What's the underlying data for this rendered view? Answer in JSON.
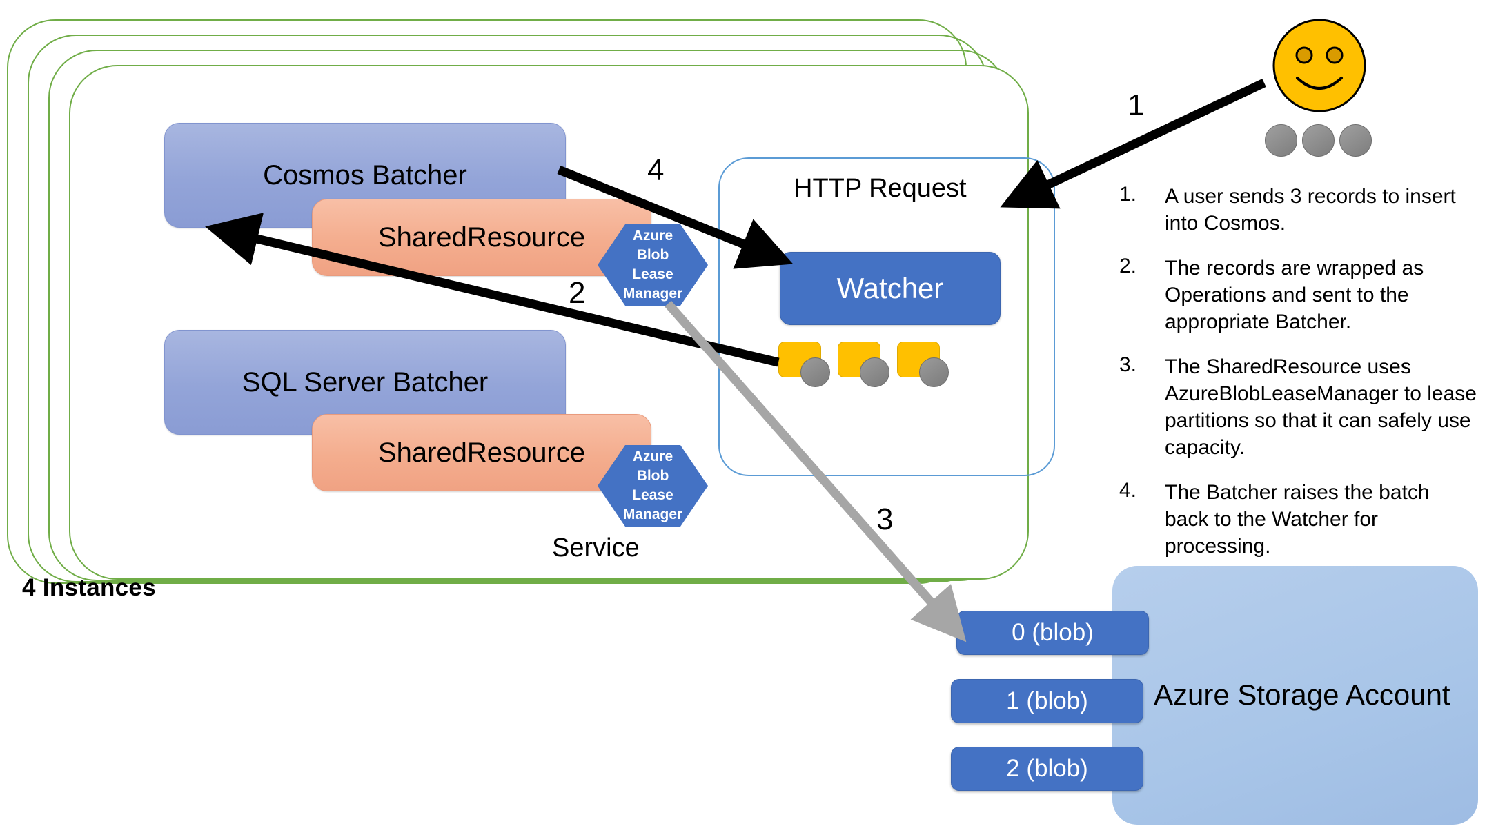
{
  "instances": {
    "label": "4 Instances",
    "count": 4
  },
  "service": {
    "label": "Service"
  },
  "batchers": [
    {
      "name": "Cosmos Batcher",
      "shared_resource": "SharedResource",
      "lease_manager": [
        "Azure",
        "Blob",
        "Lease",
        "Manager"
      ]
    },
    {
      "name": "SQL Server Batcher",
      "shared_resource": "SharedResource",
      "lease_manager": [
        "Azure",
        "Blob",
        "Lease",
        "Manager"
      ]
    }
  ],
  "http_request": {
    "title": "HTTP Request",
    "watcher_label": "Watcher",
    "operations_count": 3
  },
  "user": {
    "icon": "smiley-face-icon",
    "records_count": 3
  },
  "storage": {
    "title": "Azure Storage Account",
    "blobs": [
      "0 (blob)",
      "1 (blob)",
      "2 (blob)"
    ]
  },
  "steps": [
    {
      "num": "1"
    },
    {
      "num": "2"
    },
    {
      "num": "3"
    },
    {
      "num": "4"
    }
  ],
  "legend": [
    {
      "num": "1.",
      "text": "A user sends 3 records to insert into Cosmos."
    },
    {
      "num": "2.",
      "text": "The records are wrapped as Operations and sent to the appropriate Batcher."
    },
    {
      "num": "3.",
      "text": "The SharedResource uses AzureBlobLeaseManager to lease partitions so that it can safely use capacity."
    },
    {
      "num": "4.",
      "text": "The Batcher raises the batch back to the Watcher for processing."
    }
  ],
  "colors": {
    "instance_frame": "#70AD47",
    "batcher": "#93A4D8",
    "shared_resource": "#F4AD8E",
    "lease_manager": "#4472C4",
    "watcher": "#4472C4",
    "operation_card": "#FFC000",
    "record": "#808080",
    "storage_panel": "#A8C5E8",
    "blob": "#4472C4",
    "http_panel_border": "#5B9BD5",
    "smiley": "#FFC000",
    "arrow_black": "#000000",
    "arrow_gray": "#A6A6A6"
  }
}
